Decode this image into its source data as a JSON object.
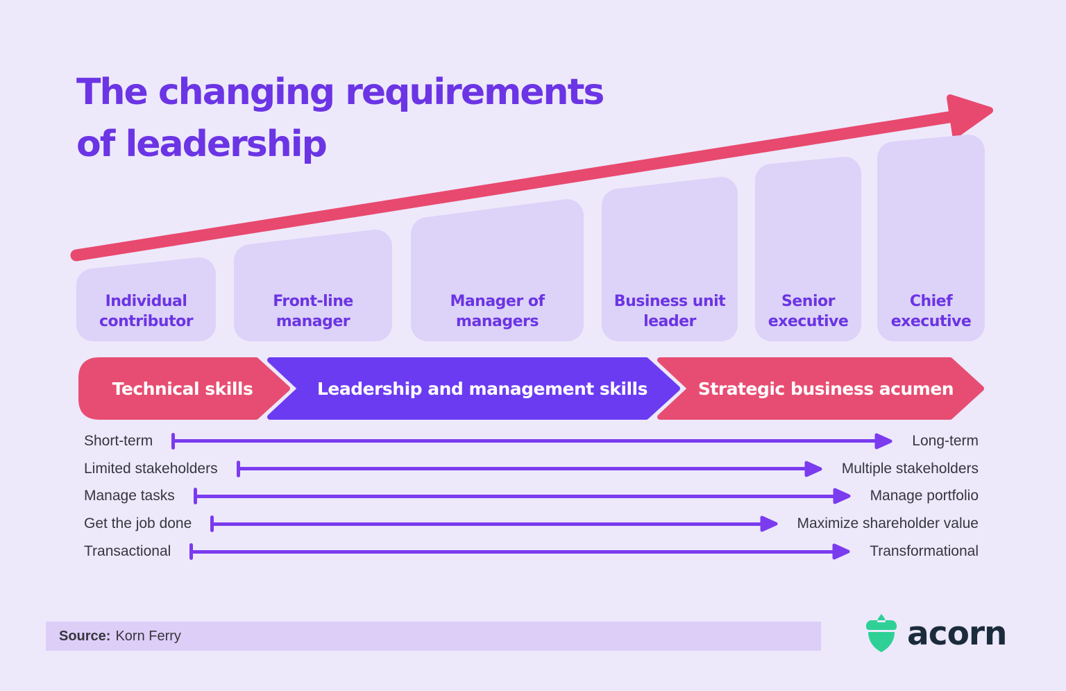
{
  "title": "The changing requirements\nof leadership",
  "roles": [
    {
      "label": "Individual\ncontributor"
    },
    {
      "label": "Front-line\nmanager"
    },
    {
      "label": "Manager of\nmanagers"
    },
    {
      "label": "Business unit\nleader"
    },
    {
      "label": "Senior\nexecutive"
    },
    {
      "label": "Chief\nexecutive"
    }
  ],
  "skill_bands": [
    {
      "label": "Technical skills",
      "color": "#E74D72"
    },
    {
      "label": "Leadership and management skills",
      "color": "#6B3BF2"
    },
    {
      "label": "Strategic business acumen",
      "color": "#E74D72"
    }
  ],
  "spectrums": [
    {
      "left": "Short-term",
      "right": "Long-term"
    },
    {
      "left": "Limited stakeholders",
      "right": "Multiple stakeholders"
    },
    {
      "left": "Manage tasks",
      "right": "Manage portfolio"
    },
    {
      "left": "Get the job done",
      "right": "Maximize shareholder value"
    },
    {
      "left": "Transactional",
      "right": "Transformational"
    }
  ],
  "source": {
    "label": "Source:",
    "name": "Korn Ferry"
  },
  "logo": {
    "brand": "acorn",
    "icon": "acorn-icon"
  },
  "colors": {
    "bg": "#EDE9FB",
    "panel": "#DDD2F8",
    "title_purple": "#6B34E4",
    "band_purple": "#6B3BF2",
    "band_pink": "#E74D72",
    "arrow_pink": "#E8496E",
    "spectrum_purple": "#7B3BEE",
    "text_dark": "#36353F",
    "source_bar": "#DDCEF7",
    "logo_green": "#2FD096",
    "logo_navy": "#1B2B3B"
  }
}
